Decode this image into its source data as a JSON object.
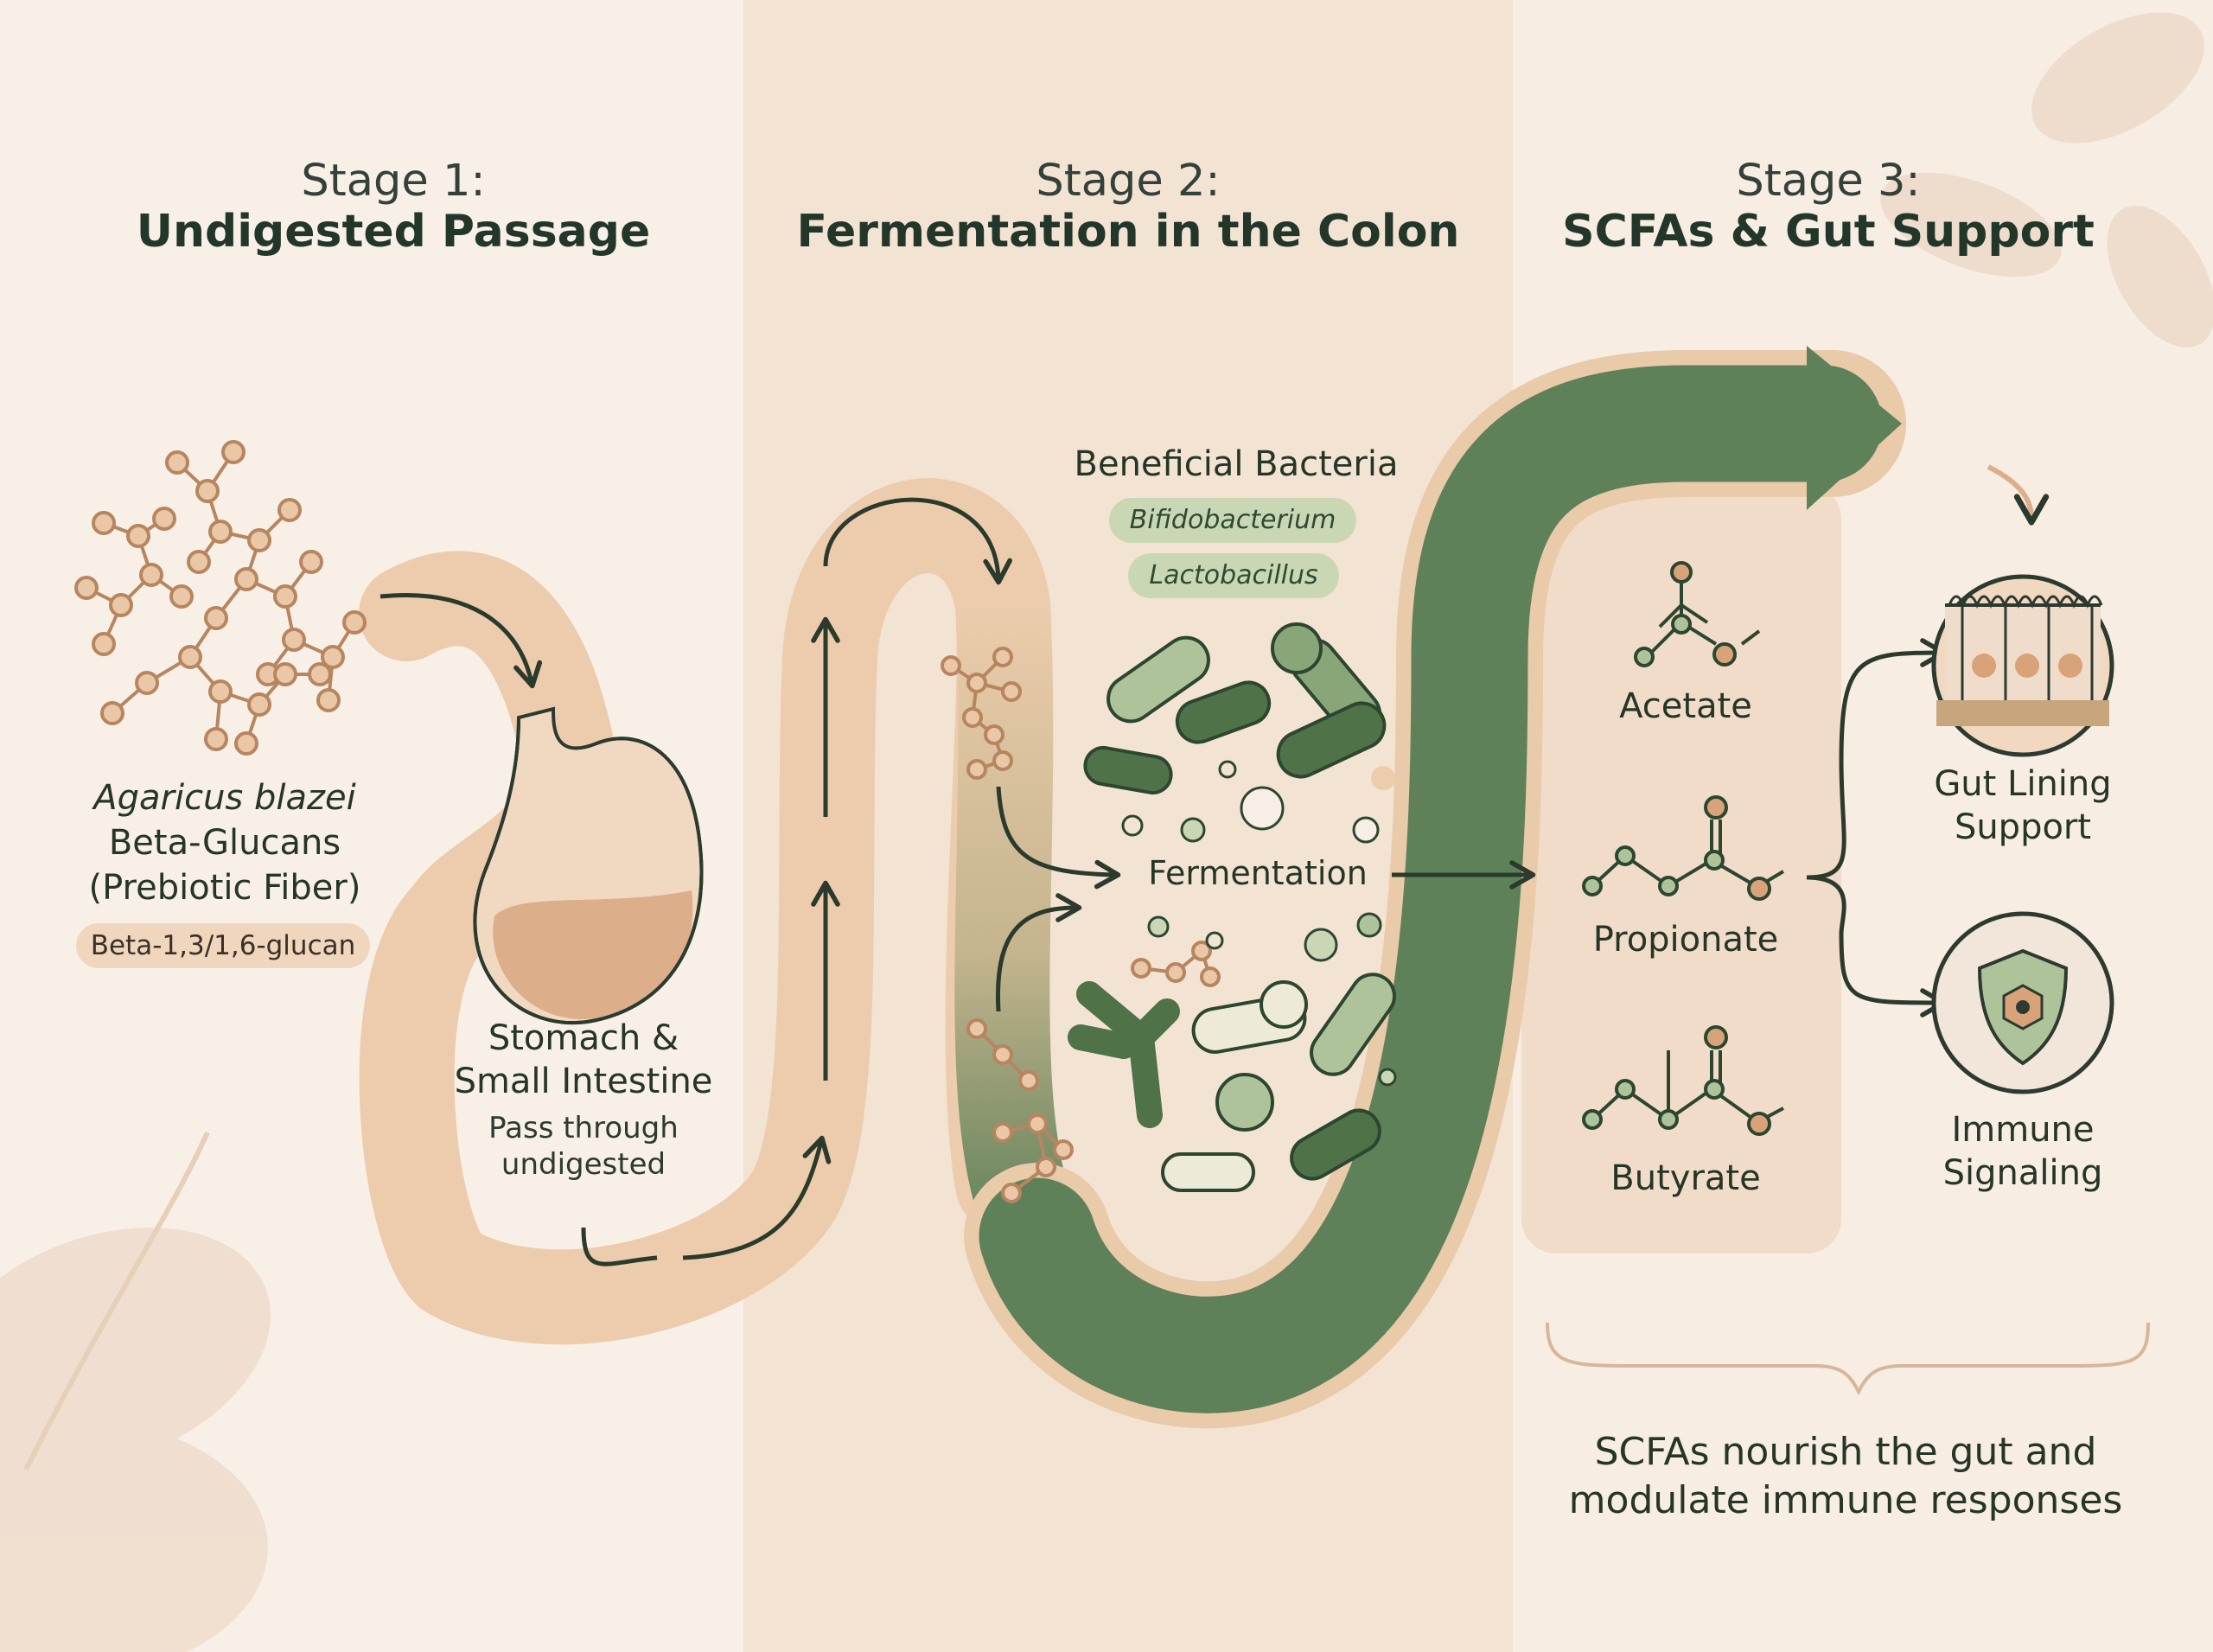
{
  "stages": [
    {
      "number": "Stage 1:",
      "title": "Undigested Passage"
    },
    {
      "number": "Stage 2:",
      "title": "Fermentation in the Colon"
    },
    {
      "number": "Stage 3:",
      "title": "SCFAs & Gut Support"
    }
  ],
  "fiber": {
    "line1": "Agaricus blazei",
    "line2": "Beta-Glucans",
    "line3": "(Prebiotic Fiber)",
    "badge": "Beta-1,3/1,6-glucan"
  },
  "stomach": {
    "title_line1": "Stomach &",
    "title_line2": "Small Intestine",
    "desc_line1": "Pass through",
    "desc_line2": "undigested"
  },
  "bacteria": {
    "title": "Beneficial Bacteria",
    "species": [
      "Bifidobacterium",
      "Lactobacillus"
    ]
  },
  "process": {
    "label": "Fermentation"
  },
  "scfas": [
    "Acetate",
    "Propionate",
    "Butyrate"
  ],
  "outcomes": [
    {
      "line1": "Gut Lining",
      "line2": "Support"
    },
    {
      "line1": "Immune",
      "line2": "Signaling"
    }
  ],
  "summary": {
    "line1": "SCFAs nourish the gut and",
    "line2": "modulate immune responses"
  },
  "colors": {
    "panel_light": "#f8f0e7",
    "panel_mid": "#f3e3d3",
    "tube_tan": "#ecccac",
    "tube_green": "#5f8159",
    "ink": "#253526",
    "molecule_tan": "#d9a37a"
  }
}
